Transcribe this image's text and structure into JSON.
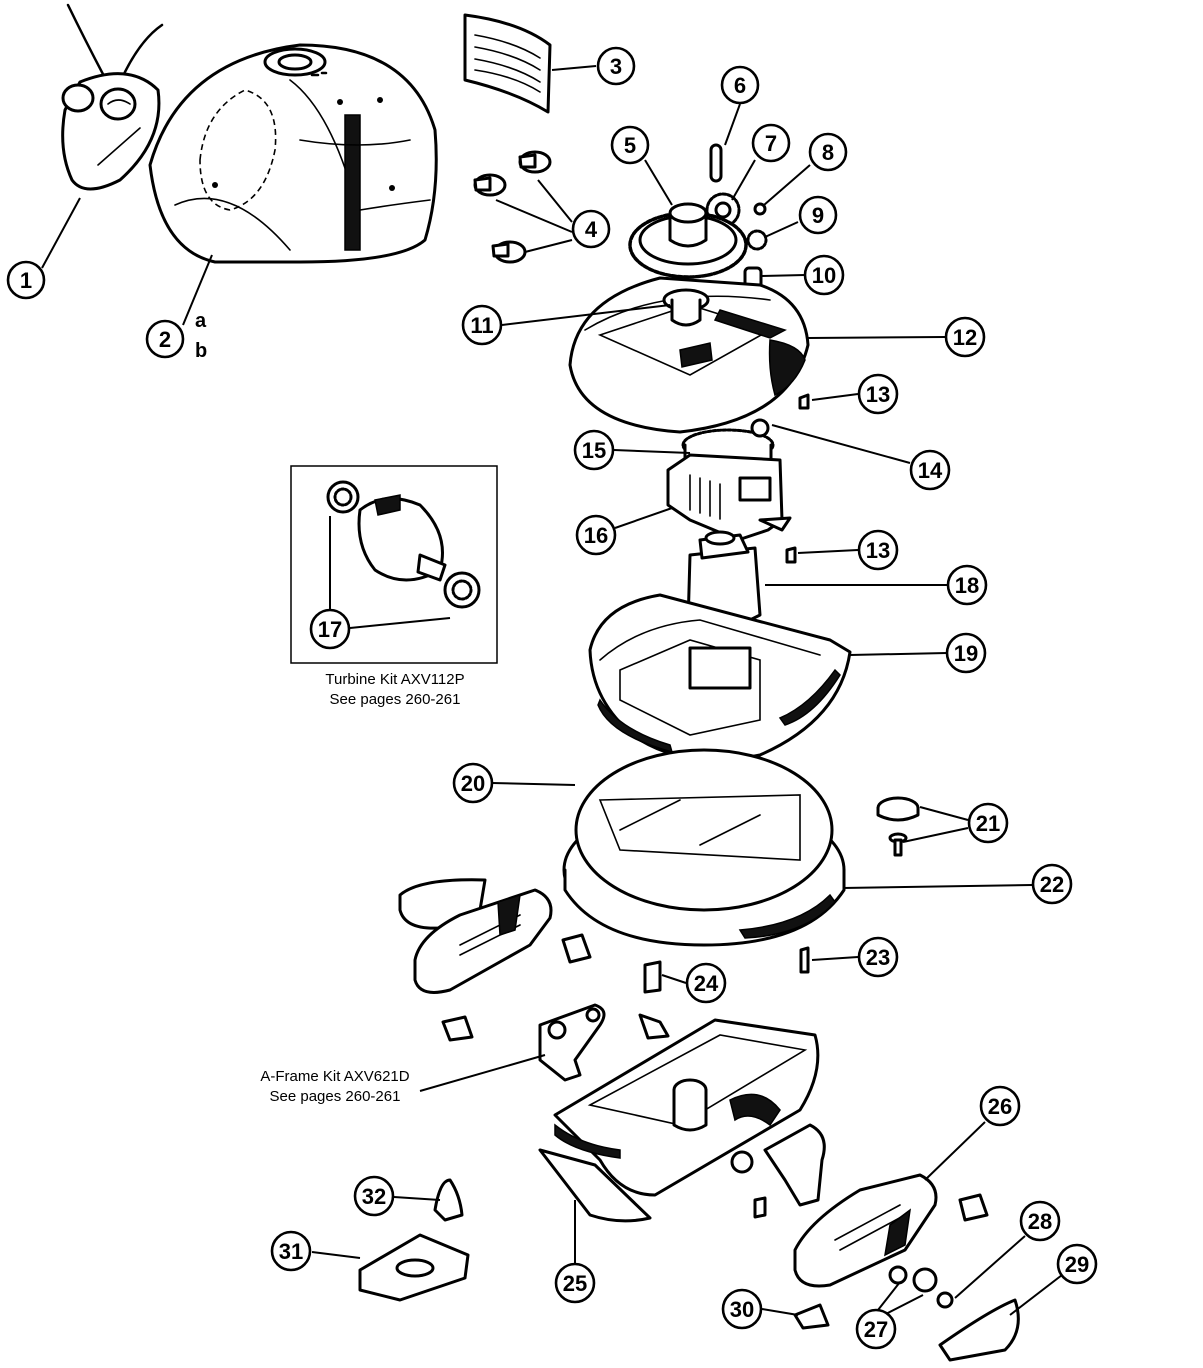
{
  "callouts": [
    "1",
    "2",
    "3",
    "4",
    "5",
    "6",
    "7",
    "8",
    "9",
    "10",
    "11",
    "12",
    "13",
    "13",
    "14",
    "15",
    "16",
    "17",
    "18",
    "19",
    "20",
    "21",
    "22",
    "23",
    "24",
    "25",
    "26",
    "27",
    "28",
    "29",
    "30",
    "31",
    "32"
  ],
  "variants": [
    "a",
    "b"
  ],
  "kits": {
    "turbine": {
      "line1": "Turbine Kit AXV112P",
      "line2": "See pages 260-261"
    },
    "aframe": {
      "line1": "A-Frame Kit AXV621D",
      "line2": "See pages 260-261"
    }
  }
}
